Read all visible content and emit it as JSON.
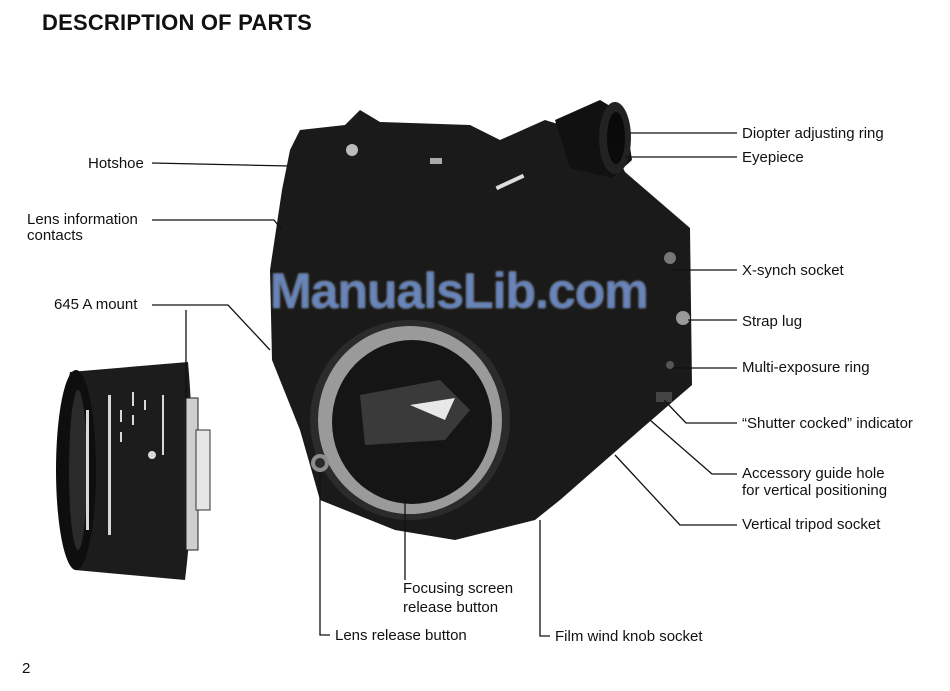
{
  "page": {
    "title": "DESCRIPTION OF PARTS",
    "page_number": "2",
    "watermark": "ManualsLib.com"
  },
  "labels": {
    "hotshoe": "Hotshoe",
    "lens_info_1": "Lens information",
    "lens_info_2": "contacts",
    "a_mount": "645 A mount",
    "diopter": "Diopter adjusting ring",
    "eyepiece": "Eyepiece",
    "xsynch": "X-synch socket",
    "strap": "Strap lug",
    "multi": "Multi-exposure ring",
    "shutter": "“Shutter cocked” indicator",
    "accessory_1": "Accessory guide hole",
    "accessory_2": "for vertical positioning",
    "tripod": "Vertical tripod socket",
    "focusing_1": "Focusing screen",
    "focusing_2": "release button",
    "lens_release": "Lens release button",
    "film_wind": "Film wind knob socket"
  },
  "colors": {
    "ink": "#111111",
    "camera_body": "#1a1a1a",
    "watermark": "#3c6ec8"
  }
}
